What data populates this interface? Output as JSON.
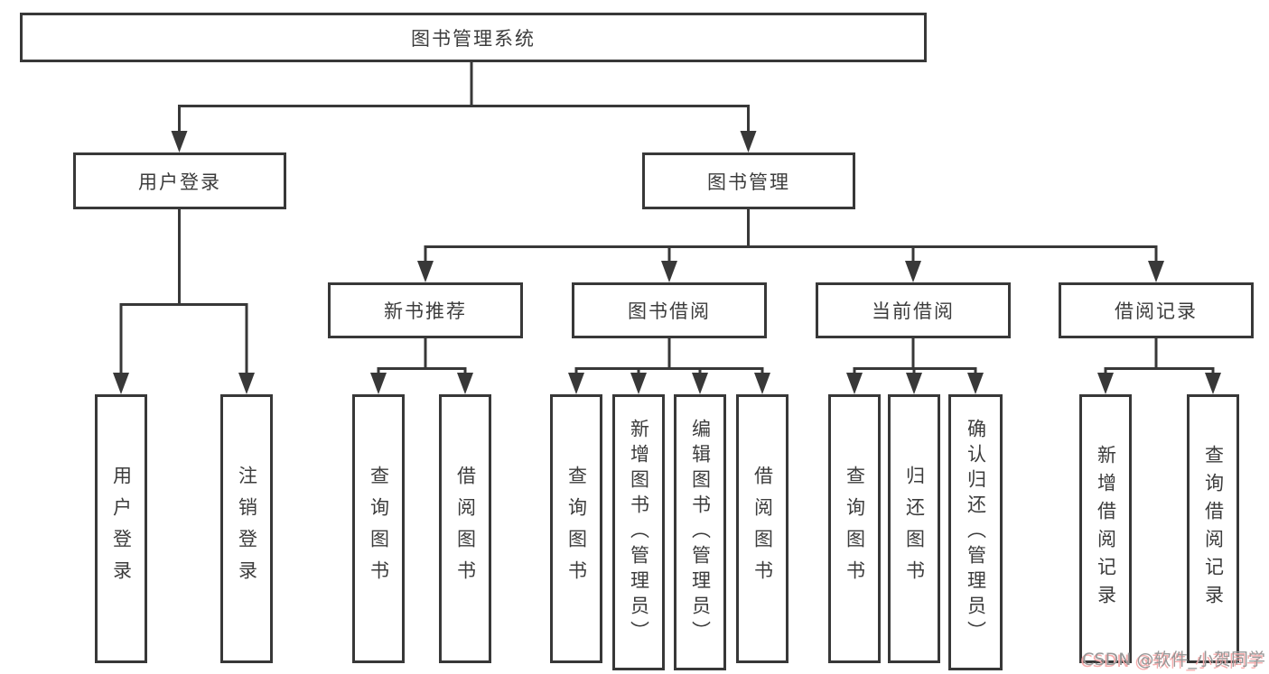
{
  "tree": {
    "root": {
      "label": "图书管理系统",
      "children": [
        {
          "label": "用户登录",
          "children": [
            {
              "label": "用户登录"
            },
            {
              "label": "注销登录"
            }
          ]
        },
        {
          "label": "图书管理",
          "children": [
            {
              "label": "新书推荐",
              "children": [
                {
                  "label": "查询图书"
                },
                {
                  "label": "借阅图书"
                }
              ]
            },
            {
              "label": "图书借阅",
              "children": [
                {
                  "label": "查询图书"
                },
                {
                  "label": "新增图书（管理员）"
                },
                {
                  "label": "编辑图书（管理员）"
                },
                {
                  "label": "借阅图书"
                }
              ]
            },
            {
              "label": "当前借阅",
              "children": [
                {
                  "label": "查询图书"
                },
                {
                  "label": "归还图书"
                },
                {
                  "label": "确认归还（管理员）"
                }
              ]
            },
            {
              "label": "借阅记录",
              "children": [
                {
                  "label": "新增借阅记录"
                },
                {
                  "label": "查询借阅记录"
                }
              ]
            }
          ]
        }
      ]
    }
  },
  "watermark": {
    "text": "CSDN @软件_小贺同学"
  },
  "colors": {
    "line": "#383838",
    "box_border": "#383838",
    "text": "#3c3c3c",
    "background": "#ffffff",
    "watermark_text": "#979797",
    "watermark_shadow": "#f6adad"
  }
}
